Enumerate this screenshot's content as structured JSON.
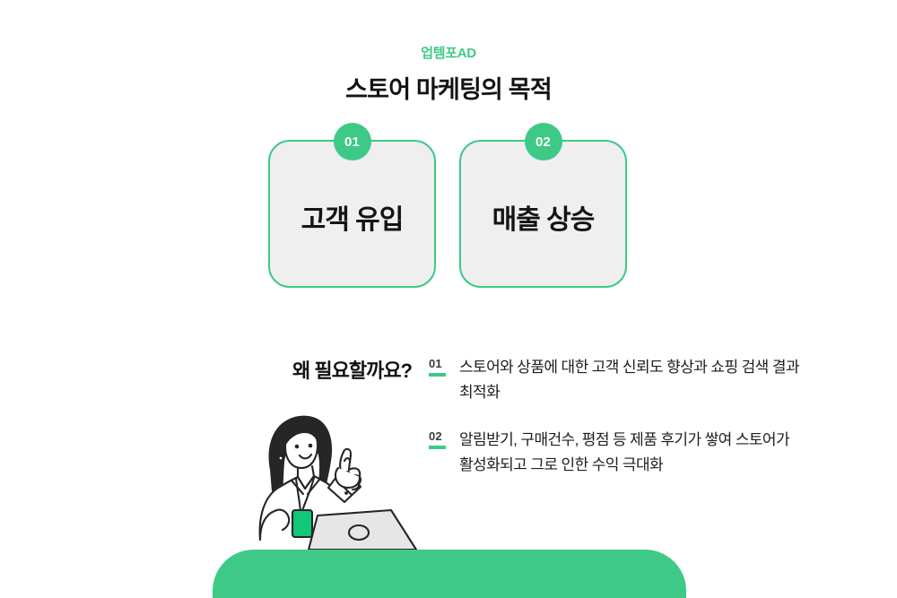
{
  "header": {
    "eyebrow": "업템포AD",
    "title": "스토어 마케팅의 목적"
  },
  "cards": [
    {
      "badge": "01",
      "label": "고객 유입"
    },
    {
      "badge": "02",
      "label": "매출 상승"
    }
  ],
  "why_section": {
    "heading": "왜 필요할까요?",
    "points": [
      {
        "num": "01",
        "text": "스토어와 상품에 대한 고객 신뢰도 향상과 쇼핑 검색 결과 최적화"
      },
      {
        "num": "02",
        "text": "알림받기, 구매건수, 평점 등 제품 후기가 쌓여 스토어가 활성화되고 그로 인한 수익 극대화"
      }
    ]
  },
  "illustration": {
    "name": "woman-pointing-with-laptop",
    "badge_color": "#10c878",
    "laptop_color": "#e6e6e6",
    "line_color": "#262626"
  },
  "colors": {
    "accent_green": "#3ec987",
    "desk_green": "#3ec987",
    "card_fill": "#efeff0",
    "text_dark": "#131313"
  }
}
